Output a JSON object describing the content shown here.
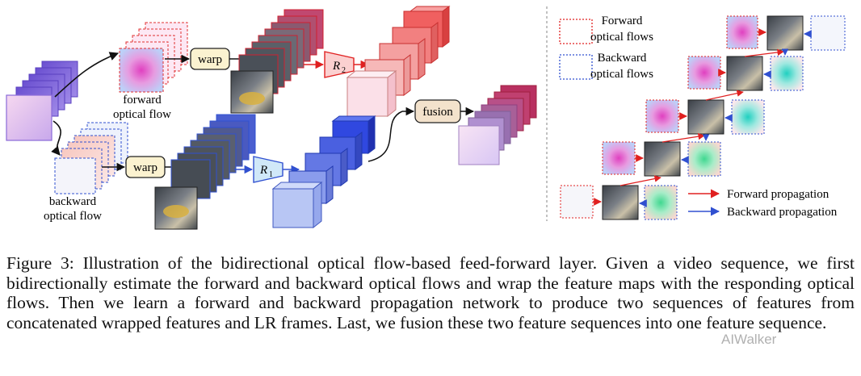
{
  "figure": {
    "labels": {
      "warp_top": "warp",
      "warp_bottom": "warp",
      "r2": "R",
      "r2_sub": "2",
      "r1": "R",
      "r1_sub": "1",
      "fusion": "fusion",
      "forward_flow_line1": "forward",
      "forward_flow_line2": "optical flow",
      "backward_flow_line1": "backward",
      "backward_flow_line2": "optical flow"
    },
    "legend": {
      "forward_flows_line1": "Forward",
      "forward_flows_line2": "optical flows",
      "backward_flows_line1": "Backward",
      "backward_flows_line2": "optical flows",
      "forward_propagation": "Forward propagation",
      "backward_propagation": "Backward propagation"
    },
    "colors": {
      "forward": "#e02020",
      "backward": "#3050d0",
      "pink": "#f5c6e6",
      "red_block": "#f06060",
      "blue_block": "#4a5fe0",
      "warp_box": "#fbf2d0",
      "fusion_box": "#f3e2cc"
    }
  },
  "caption": {
    "text": "Figure 3: Illustration of the bidirectional optical flow-based feed-forward layer. Given a video sequence, we first bidirectionally estimate the forward and backward optical flows and wrap the feature maps with the responding optical flows. Then we learn a forward and backward propagation network to produce two sequences of features from concatenated wrapped features and LR frames. Last, we fusion these two feature sequences into one feature sequence."
  },
  "watermark": "AIWalker"
}
